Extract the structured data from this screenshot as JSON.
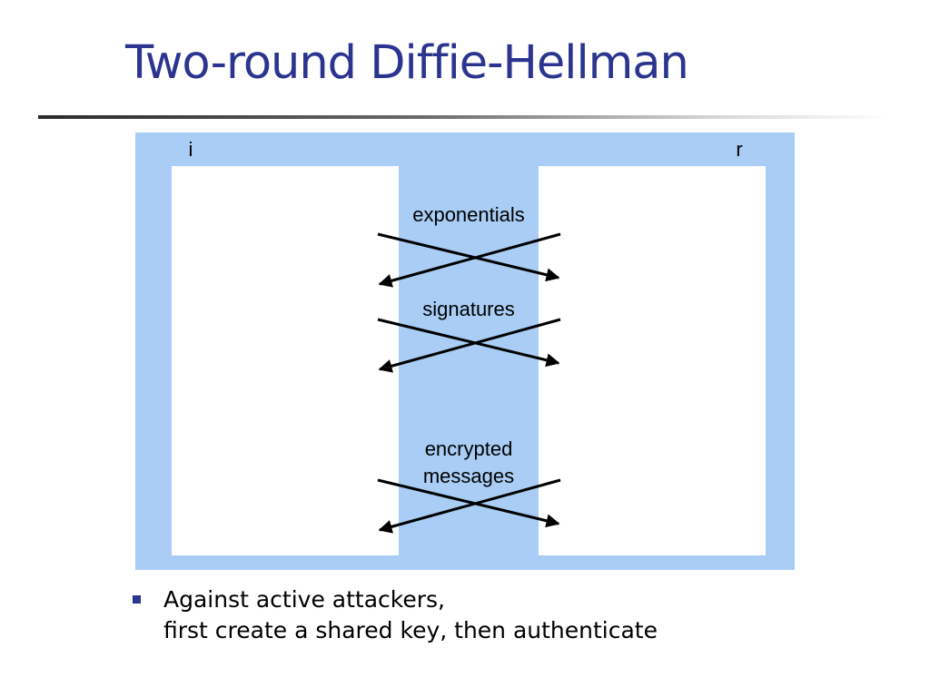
{
  "slide": {
    "title": "Two-round Diffie-Hellman"
  },
  "diagram": {
    "initiator_label": "i",
    "responder_label": "r",
    "exchanges": [
      {
        "label_lines": [
          "exponentials"
        ]
      },
      {
        "label_lines": [
          "signatures"
        ]
      },
      {
        "label_lines": [
          "encrypted",
          "messages"
        ]
      }
    ],
    "colors": {
      "frame": "#a9cdf5",
      "panel": "#ffffff",
      "arrow": "#000000"
    }
  },
  "bullets": [
    {
      "lines": [
        "Against active attackers,",
        "first create a shared key, then authenticate"
      ]
    }
  ],
  "colors": {
    "title": "#2b3590",
    "bullet_marker": "#2b3590"
  }
}
